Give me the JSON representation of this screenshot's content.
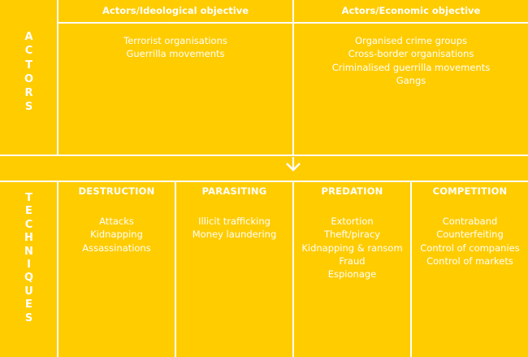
{
  "actors": {
    "side_label": "ACTORS",
    "ideological": {
      "header": "Actors/Ideological objective",
      "items": [
        "Terrorist organisations",
        "Guerrilla movements"
      ]
    },
    "economic": {
      "header": "Actors/Economic objective",
      "items": [
        "Organised crime groups",
        "Cross-border organisations",
        "Criminalised guerrilla movements",
        "Gangs"
      ]
    }
  },
  "techniques": {
    "side_label": "TECHNIQUES",
    "columns": [
      {
        "header": "DESTRUCTION",
        "items": [
          "Attacks",
          "Kidnapping",
          "Assassinations"
        ]
      },
      {
        "header": "PARASITING",
        "items": [
          "Illicit trafficking",
          "Money laundering"
        ]
      },
      {
        "header": "PREDATION",
        "items": [
          "Extortion",
          "Theft/piracy",
          "Kidnapping & ransom",
          "Fraud",
          "Espionage"
        ]
      },
      {
        "header": "COMPETITION",
        "items": [
          "Contraband",
          "Counterfeiting",
          "Control of companies",
          "Control of markets"
        ]
      }
    ]
  },
  "colors": {
    "background": "#FFCC00",
    "lines": "#FFFFFF",
    "text": "#FFFFFF"
  },
  "connector_icon": "down-arrow-icon"
}
